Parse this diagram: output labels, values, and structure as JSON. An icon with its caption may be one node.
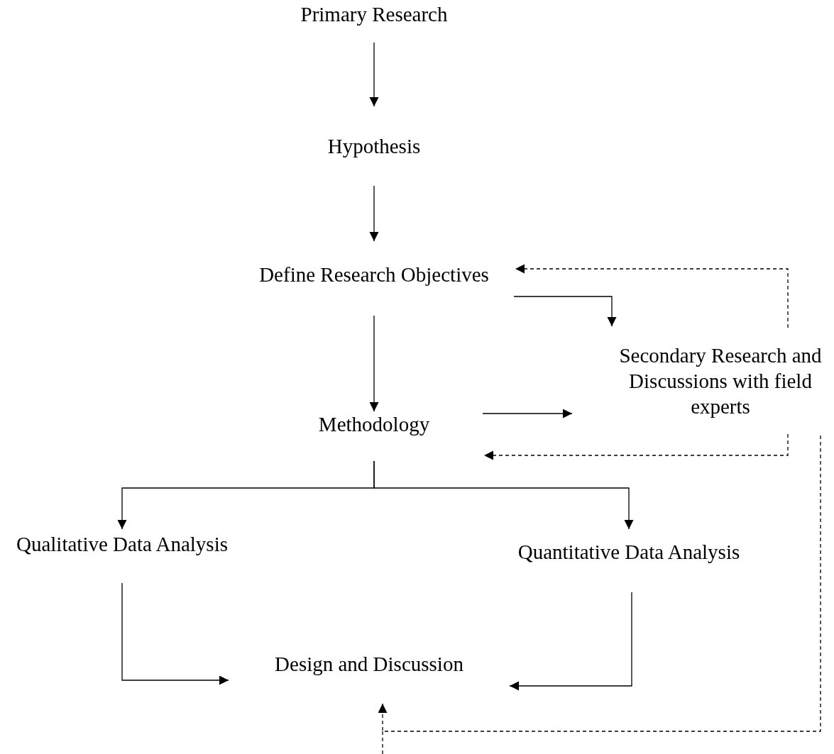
{
  "diagram": {
    "nodes": [
      {
        "text": [
          "Primary Research"
        ]
      },
      {
        "text": [
          "Hypothesis"
        ]
      },
      {
        "text": [
          "Define Research Objectives"
        ]
      },
      {
        "text": [
          "Secondary Research and Discussions with field experts"
        ]
      },
      {
        "text": [
          "Methodology"
        ]
      },
      {
        "text": [
          "Qualitative Data Analysis"
        ]
      },
      {
        "text": [
          "Quantitative Data Analysis"
        ]
      },
      {
        "text": [
          "Design and Discussion"
        ]
      }
    ],
    "edges": [
      {
        "from": 0,
        "to": 1,
        "arrow": "to"
      },
      {
        "from": 1,
        "to": 2,
        "arrow": "to"
      },
      {
        "from": 2,
        "to": 4,
        "arrow": "to"
      },
      {
        "from": 2,
        "to": 3,
        "arrow": "to"
      },
      {
        "from": 3,
        "to": 2,
        "arrow": "to",
        "style": "dashed"
      },
      {
        "from": 4,
        "to": 3,
        "arrow": "to"
      },
      {
        "from": 3,
        "to": 4,
        "arrow": "to",
        "style": "dashed"
      },
      {
        "from": 4,
        "to": 5,
        "arrow": "to"
      },
      {
        "from": 4,
        "to": 6,
        "arrow": "to"
      },
      {
        "from": 5,
        "to": 7,
        "arrow": "to"
      },
      {
        "from": 6,
        "to": 7,
        "arrow": "to"
      },
      {
        "from": 3,
        "to": 7,
        "arrow": "to",
        "style": "dashed"
      }
    ]
  }
}
